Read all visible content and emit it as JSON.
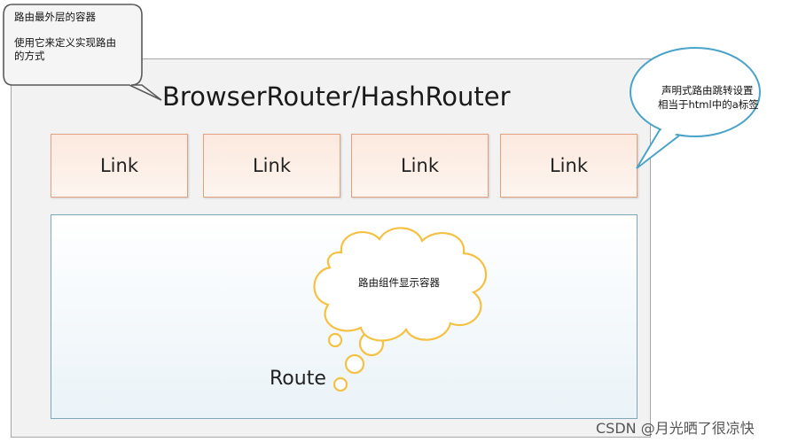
{
  "container": {
    "title": "BrowserRouter/HashRouter"
  },
  "links": [
    "Link",
    "Link",
    "Link",
    "Link"
  ],
  "route": {
    "label": "Route"
  },
  "callouts": {
    "container_note": {
      "line1": "路由最外层的容器",
      "line2": "使用它来定义实现路由",
      "line3": "的方式"
    },
    "link_note": {
      "line1": "声明式路由跳转设置",
      "line2": "相当于html中的a标签"
    },
    "route_note": {
      "line1": "路由组件显示容器"
    }
  },
  "watermark": "CSDN @月光晒了很凉快",
  "colors": {
    "link_border": "#e3a07e",
    "route_border": "#7fa7b9",
    "cloud_stroke": "#f5c143",
    "oval_stroke": "#4aa3c8"
  }
}
